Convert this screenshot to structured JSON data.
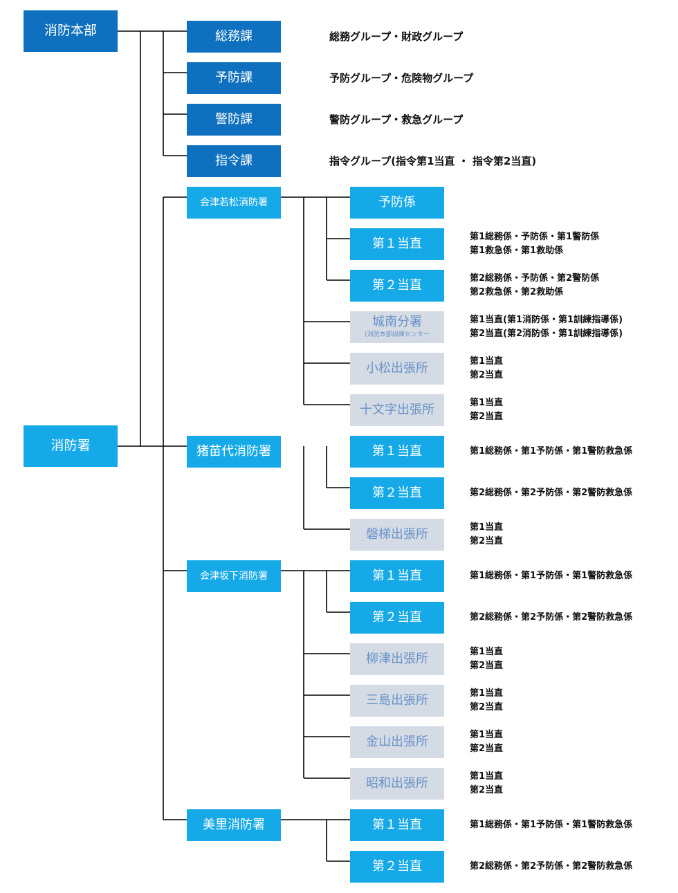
{
  "hq": {
    "label": "消防本部",
    "sections": [
      {
        "label": "総務課",
        "note": "総務グループ・財政グループ"
      },
      {
        "label": "予防課",
        "note": "予防グループ・危険物グループ"
      },
      {
        "label": "警防課",
        "note": "警防グループ・救急グループ"
      },
      {
        "label": "指令課",
        "note": "指令グループ(指令第1当直 ・ 指令第2当直)"
      }
    ]
  },
  "stations_root": {
    "label": "消防署"
  },
  "stations": [
    {
      "label": "会津若松消防署",
      "children": [
        {
          "label": "予防係",
          "lines": []
        },
        {
          "label": "第１当直",
          "lines": [
            "第1総務係・予防係・第1警防係",
            "第1救急係・第1救助係"
          ]
        },
        {
          "label": "第２当直",
          "lines": [
            "第2総務係・予防係・第2警防係",
            "第2救急係・第2救助係"
          ]
        },
        {
          "label": "城南分署",
          "sublabel": "(消防本部訓練センター",
          "lines": [
            "第1当直(第1消防係・第1訓練指導係)",
            "第2当直(第2消防係・第1訓練指導係)"
          ]
        },
        {
          "label": "小松出張所",
          "lines": [
            "第1当直",
            "第2当直"
          ]
        },
        {
          "label": "十文字出張所",
          "lines": [
            "第1当直",
            "第2当直"
          ]
        }
      ]
    },
    {
      "label": "猪苗代消防署",
      "children": [
        {
          "label": "第１当直",
          "lines": [
            "第1総務係・第1予防係・第1警防救急係"
          ]
        },
        {
          "label": "第２当直",
          "lines": [
            "第2総務係・第2予防係・第2警防救急係"
          ]
        },
        {
          "label": "磐梯出張所",
          "lines": [
            "第1当直",
            "第2当直"
          ]
        }
      ]
    },
    {
      "label": "会津坂下消防署",
      "children": [
        {
          "label": "第１当直",
          "lines": [
            "第1総務係・第1予防係・第1警防救急係"
          ]
        },
        {
          "label": "第２当直",
          "lines": [
            "第2総務係・第2予防係・第2警防救急係"
          ]
        },
        {
          "label": "柳津出張所",
          "lines": [
            "第1当直",
            "第2当直"
          ]
        },
        {
          "label": "三島出張所",
          "lines": [
            "第1当直",
            "第2当直"
          ]
        },
        {
          "label": "金山出張所",
          "lines": [
            "第1当直",
            "第2当直"
          ]
        },
        {
          "label": "昭和出張所",
          "lines": [
            "第1当直",
            "第2当直"
          ]
        }
      ]
    },
    {
      "label": "美里消防署",
      "children": [
        {
          "label": "第１当直",
          "lines": [
            "第1総務係・第1予防係・第1警防救急係"
          ]
        },
        {
          "label": "第２当直",
          "lines": [
            "第2総務係・第2予防係・第2警防救急係"
          ]
        }
      ]
    }
  ],
  "colors": {
    "dark": "#0e70be",
    "light": "#15a9e8",
    "gray": "#d5dbe4",
    "gray_text": "#6792c9",
    "line": "#000000"
  }
}
